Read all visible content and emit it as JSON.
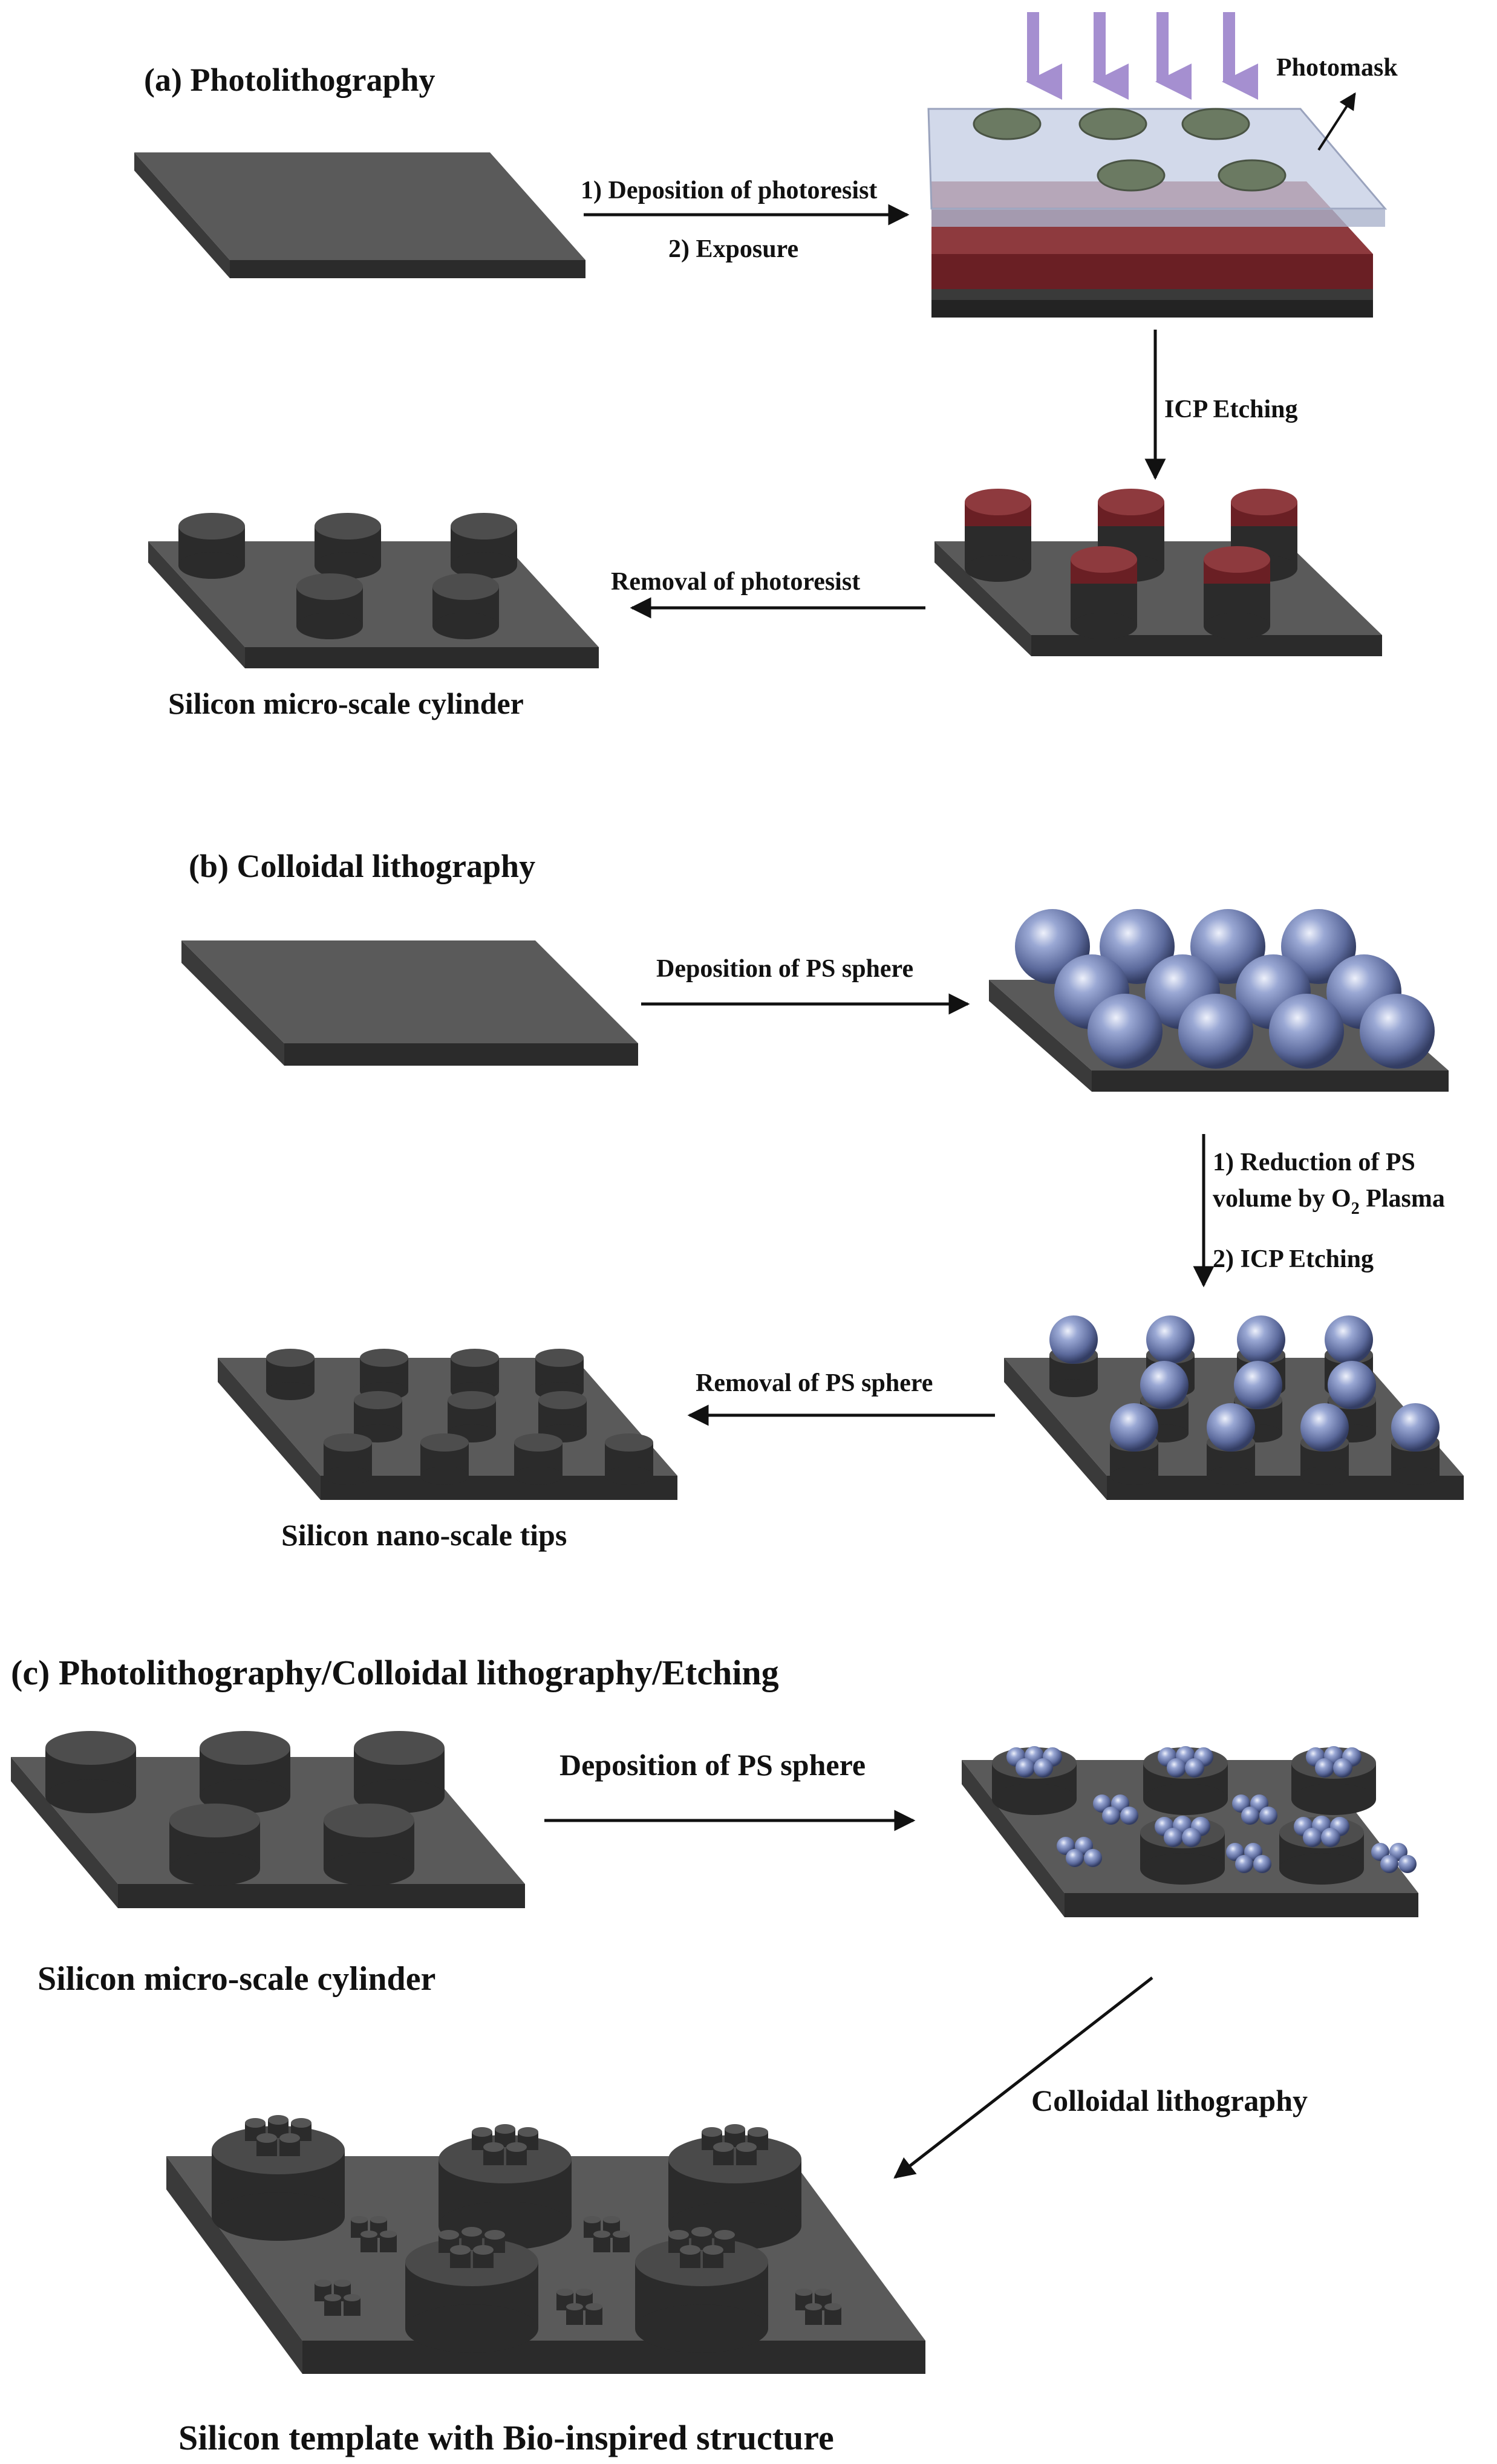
{
  "colors": {
    "silicon_top": "#5a5a5a",
    "silicon_side": "#2b2b2b",
    "photoresist": "#8e3a3e",
    "photomask": "#c3cce3",
    "mask_dots": "#6b7a62",
    "uv_arrows": "#a58fd0",
    "ps_sphere": "#7a8ab8"
  },
  "section_a": {
    "title": "(a) Photolithography",
    "step_deposition": "1) Deposition of photoresist",
    "step_exposure": "2) Exposure",
    "photomask_label": "Photomask",
    "icp_etching": "ICP Etching",
    "removal": "Removal of photoresist",
    "result_caption": "Silicon micro-scale cylinder"
  },
  "section_b": {
    "title": "(b) Colloidal lithography",
    "deposition": "Deposition of PS sphere",
    "reduction_line1": "1) Reduction of PS",
    "reduction_line2_pre": "volume by O",
    "reduction_sub": "2",
    "reduction_line2_post": " Plasma",
    "icp_etching": "2) ICP Etching",
    "removal": "Removal of PS sphere",
    "result_caption": "Silicon nano-scale tips"
  },
  "section_c": {
    "title": "(c) Photolithography/Colloidal lithography/Etching",
    "deposition": "Deposition of PS sphere",
    "start_caption": "Silicon micro-scale cylinder",
    "colloidal": "Colloidal lithography",
    "result_caption": "Silicon template with Bio-inspired structure"
  }
}
